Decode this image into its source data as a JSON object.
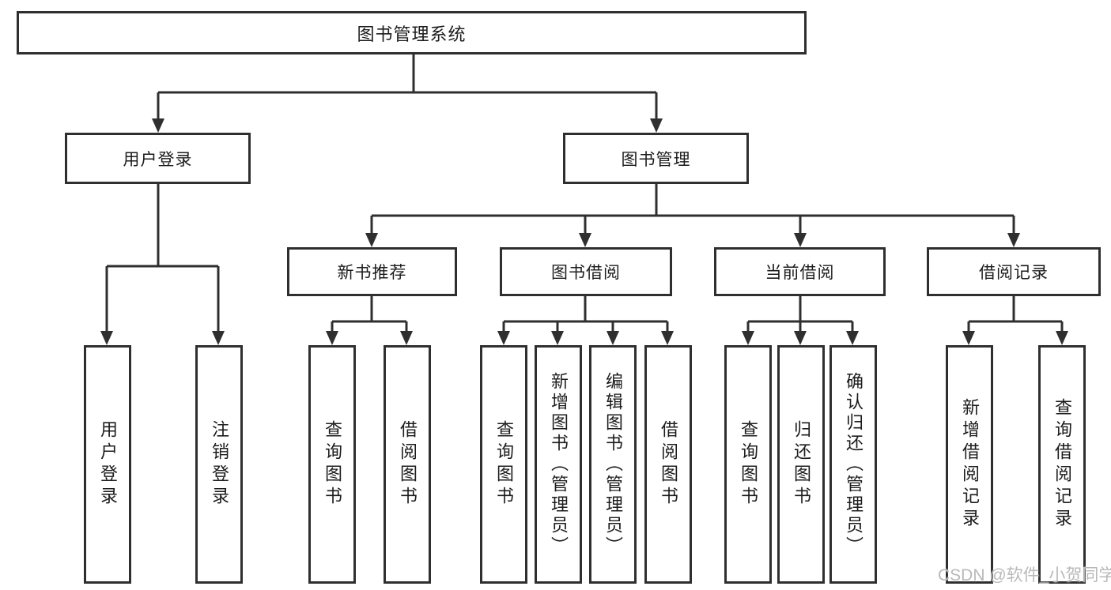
{
  "diagram": {
    "root": "图书管理系统",
    "level2": {
      "user_login": "用户登录",
      "book_mgmt": "图书管理"
    },
    "level3": {
      "new_book": "新书推荐",
      "book_borrow": "图书借阅",
      "current_borrow": "当前借阅",
      "borrow_records": "借阅记录"
    },
    "leaves": {
      "user": [
        "用户登录",
        "注销登录"
      ],
      "new_book": [
        "查询图书",
        "借阅图书"
      ],
      "book_borrow": [
        "查询图书",
        "新增图书（管理员）",
        "编辑图书（管理员）",
        "借阅图书"
      ],
      "current_borrow": [
        "查询图书",
        "归还图书",
        "确认归还（管理员）"
      ],
      "borrow_records": [
        "新增借阅记录",
        "查询借阅记录"
      ]
    }
  },
  "watermark": "CSDN @软件_小贺同学",
  "colors": {
    "line": "#2f2f2f",
    "text": "#1c1c1c",
    "background": "#ffffff",
    "watermark": "#b9b9b9"
  }
}
